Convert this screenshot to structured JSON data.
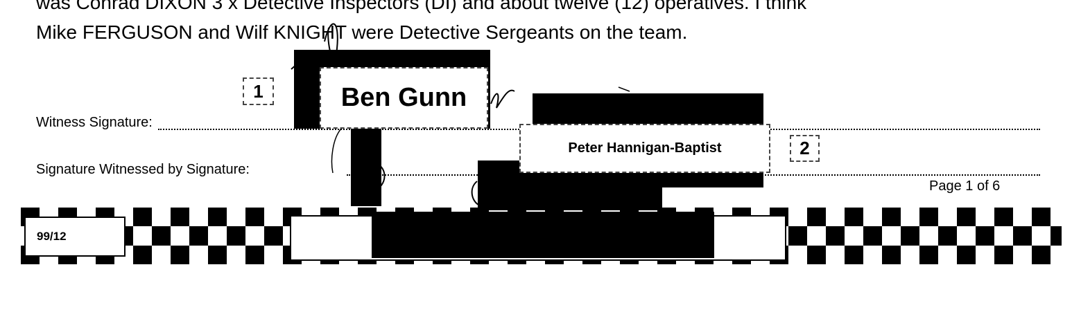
{
  "statement": {
    "line1": "was  Conrad DIXON 3 x Detective Inspectors (DI) and about twelve (12) operatives.  I think",
    "line2": "Mike FERGUSON and Wilf KNIGHT were Detective Sergeants on the team."
  },
  "signatures": {
    "witness_label": "Witness Signature:",
    "witnessed_by_label": "Signature Witnessed by Signature:"
  },
  "callouts": {
    "marker_1": "1",
    "name_1": "Ben Gunn",
    "marker_2": "2",
    "name_2": "Peter Hannigan-Baptist"
  },
  "footer": {
    "page": "Page 1 of 6",
    "reference": "99/12"
  },
  "colors": {
    "redaction": "#000000",
    "text": "#000000",
    "background": "#ffffff"
  }
}
